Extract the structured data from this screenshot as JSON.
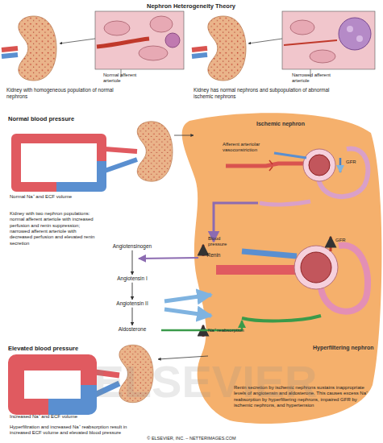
{
  "diagram": {
    "title": "Nephron Heterogeneity Theory",
    "caption": "© ELSEVIER, INC. – NETTERIMAGES.COM",
    "nodes": [
      {
        "text": [
          "Angiotensinogen"
        ]
      },
      {
        "text": [
          "Renin"
        ]
      },
      {
        "text": [
          "Angiotensin I"
        ]
      },
      {
        "text": [
          "Angiotensin II"
        ]
      },
      {
        "text": [
          "Aldosterone"
        ]
      }
    ],
    "edges": [
      {
        "from": 0,
        "to": 2,
        "arrow": "to"
      },
      {
        "from": 2,
        "to": 3,
        "arrow": "to"
      },
      {
        "from": 3,
        "to": 4,
        "arrow": "to"
      }
    ],
    "labels": [
      "Normal afferent arteriole",
      "Narrowed afferent arteriole",
      "Kidney with homogeneous population of normal nephrons",
      "Kidney has normal nephrons and subpopulation of abnormal ischemic nephrons",
      "Normal blood pressure",
      "Normal Na⁺ and ECF volume",
      "Kidney with two nephron populations: normal afferent arteriole with increased perfusion and renin suppression; narrowed afferent arteriole with decreased perfusion and elevated renin secretion",
      "Ischemic nephron",
      "Afferent arteriolar vasoconstriction",
      "GFR",
      "Blood pressure",
      "GFR",
      "Na⁺ reabsorption",
      "Hyperfiltering nephron",
      "Elevated blood pressure",
      "Increased Na⁺ and ECF volume",
      "Hyperfiltration and increased Na⁺ reabsorption result in increased ECF volume and elevated blood pressure",
      "Renin secretion by ischemic nephrons sustains inappropriate levels of angiotensin and aldosterone. This causes excess Na⁺ reabsorption by hyperfiltering nephrons, impaired GFR by ischemic nephrons, and hypertension",
      "ELSEVIER"
    ]
  }
}
